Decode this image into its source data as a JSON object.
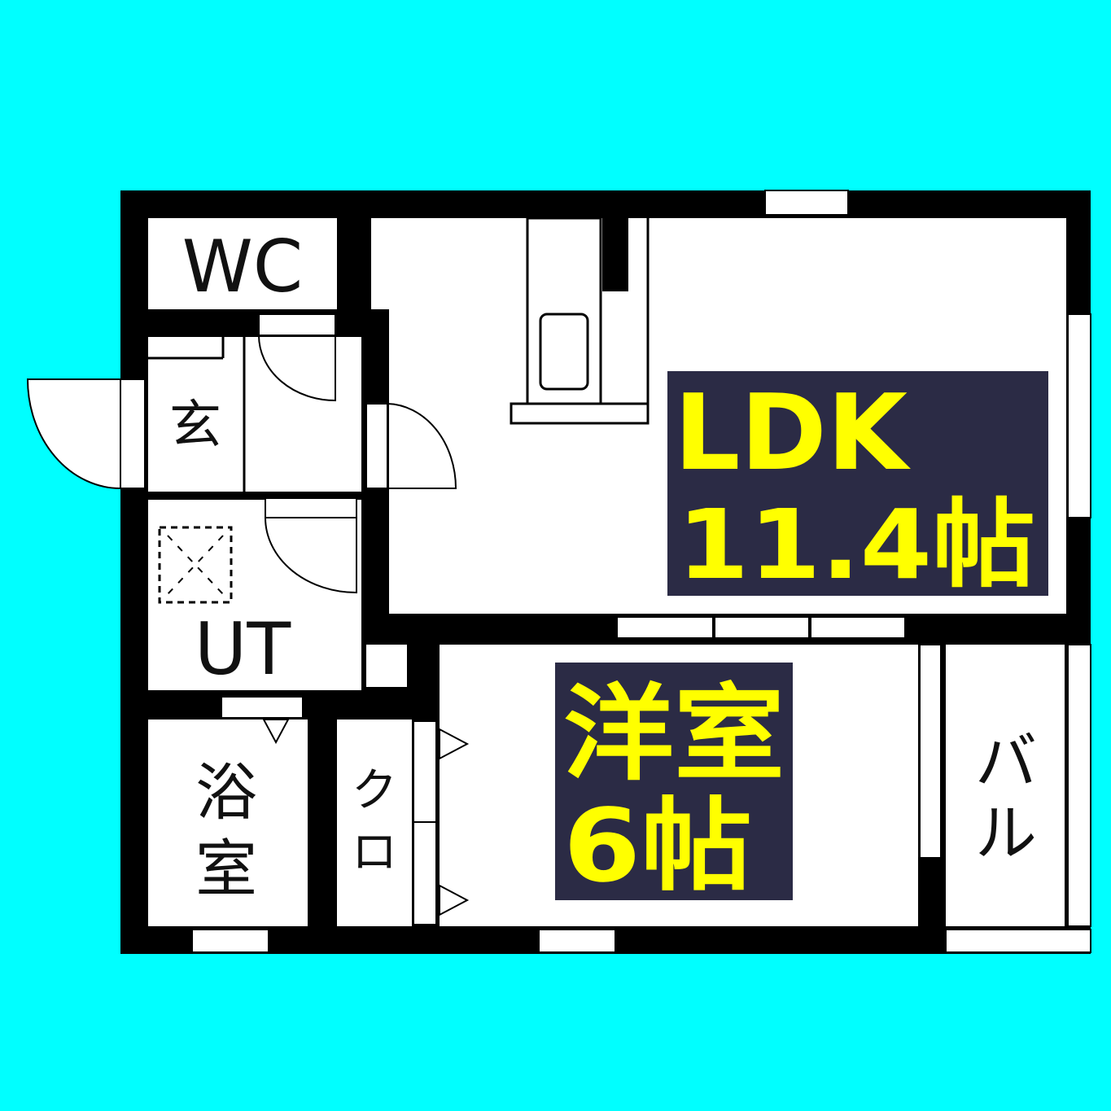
{
  "floorplan": {
    "rooms": {
      "wc": "WC",
      "entrance": "玄",
      "utility": "UT",
      "bath_line1": "浴",
      "bath_line2": "室",
      "closet_line1": "ク",
      "closet_line2": "ロ",
      "balcony_line1": "バ",
      "balcony_line2": "ル"
    },
    "ldk": {
      "name": "LDK",
      "size": "11.4帖"
    },
    "western_room": {
      "name": "洋室",
      "size": "6帖"
    }
  },
  "colors": {
    "background": "#00FFFF",
    "wall": "#000000",
    "floor": "#FFFFFF",
    "label_box": "#2B2B45",
    "label_text": "#FFFF00"
  }
}
